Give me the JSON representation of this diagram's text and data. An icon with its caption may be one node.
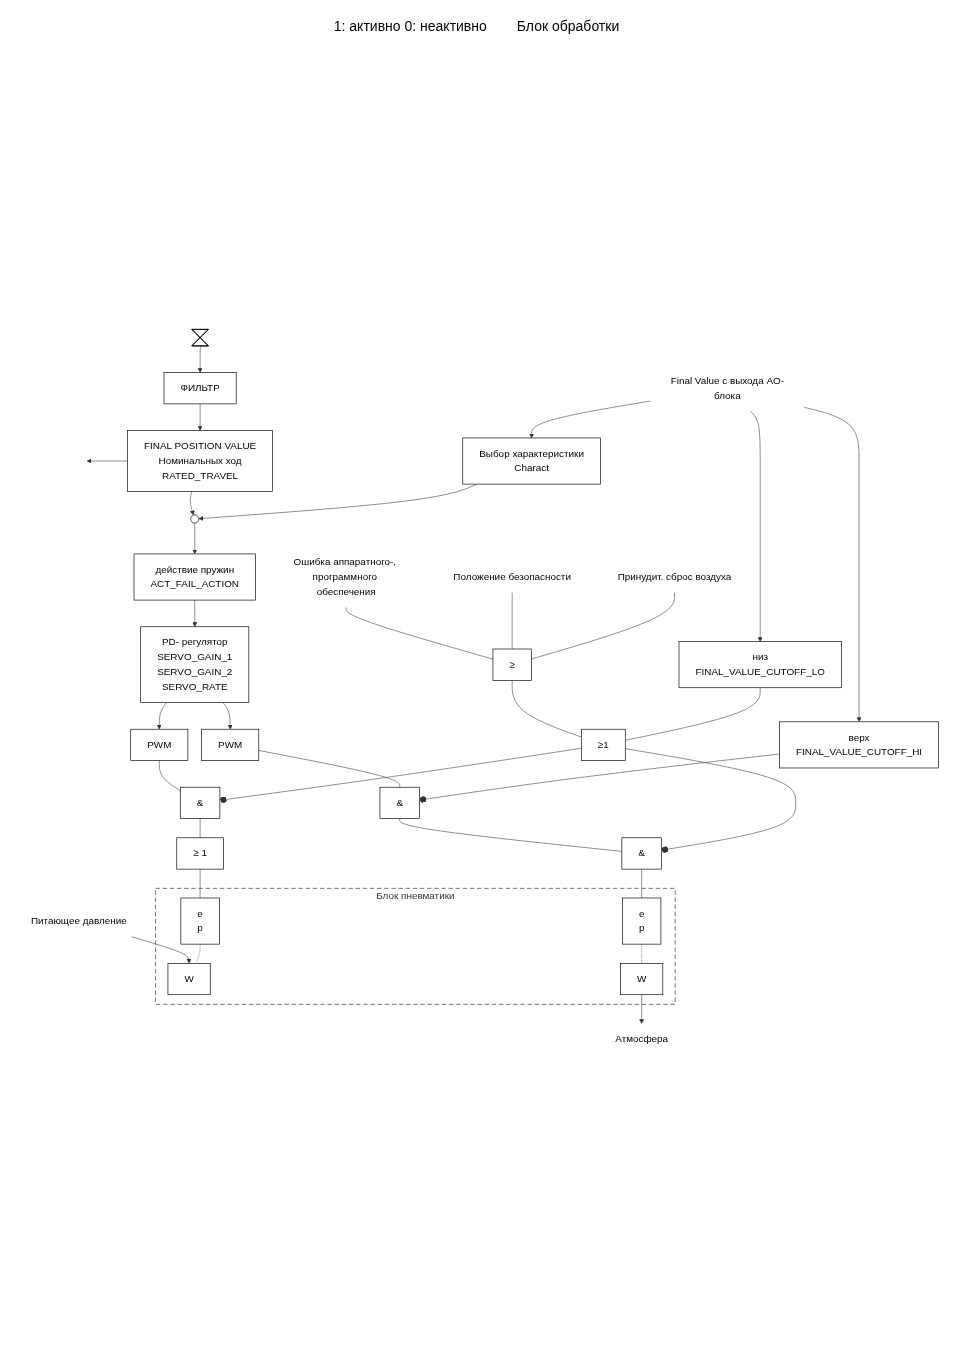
{
  "diagram": {
    "nodes": [
      {
        "text": [
          "Final Value с выхода AO-блока"
        ]
      },
      {
        "text": [
          "Выбор характеристики",
          "Charact"
        ]
      },
      {
        "text": [
          "верх",
          "FINAL_VALUE_CUTOFF_HI"
        ]
      },
      {
        "text": [
          "низ",
          "FINAL_VALUE_CUTOFF_LO"
        ]
      },
      {
        "text": [
          "≥1"
        ]
      },
      {
        "text": [
          "≥"
        ]
      },
      {
        "text": [],
        "shape": "circle"
      },
      {
        "text": [
          "действие пружин",
          "ACT_FAIL_ACTION"
        ]
      },
      {
        "text": [
          "PD- регулятор",
          "SERVO_GAIN_1",
          "SERVO_GAIN_2",
          "SERVO_RATE"
        ]
      },
      {
        "text": [
          "PWM"
        ]
      },
      {
        "text": [
          "PWM"
        ]
      },
      {
        "text": [
          "&"
        ]
      },
      {
        "text": [
          "&"
        ]
      },
      {
        "text": [
          "≥ 1"
        ]
      },
      {
        "text": [
          "&"
        ]
      },
      {
        "text": [
          "Блок пневматики"
        ]
      },
      {
        "text": [
          "e",
          "p"
        ],
        "in": 15
      },
      {
        "text": [
          "W"
        ],
        "in": 15
      },
      {
        "text": [
          "e",
          "p"
        ],
        "in": 15
      },
      {
        "text": [
          "W"
        ],
        "in": 15
      },
      {
        "text": [
          "Питающее давление"
        ]
      },
      {
        "text": [
          "Атмосфера"
        ]
      },
      {
        "text": [],
        "shape": "valve"
      },
      {
        "text": [
          "ФИЛЬТР"
        ]
      },
      {
        "text": [
          "FINAL POSITION VALUE",
          "Номинальных ход",
          "RATED_TRAVEL"
        ]
      },
      {
        "text": [
          "Принудит. сброс воздуха"
        ]
      },
      {
        "text": [
          "Положение безопасности"
        ]
      },
      {
        "text": [
          "Ошибка аппаратного-, программного обеспечения"
        ]
      }
    ],
    "edges": [
      {
        "from": 0,
        "to": 1,
        "arrow": "to"
      },
      {
        "from": 0,
        "to": 2,
        "arrow": "to"
      },
      {
        "from": 0,
        "to": 3,
        "arrow": "to"
      },
      {
        "from": 1,
        "to": 6,
        "arrow": "to"
      },
      {
        "from": 24,
        "to": 6,
        "arrow": "to"
      },
      {
        "from": 24,
        "to": null,
        "arrow": "to"
      },
      {
        "from": 6,
        "to": 7,
        "arrow": "to"
      },
      {
        "from": 7,
        "to": 8,
        "arrow": "to"
      },
      {
        "from": 8,
        "to": 9,
        "arrow": "to"
      },
      {
        "from": 8,
        "to": 10,
        "arrow": "to"
      },
      {
        "from": 3,
        "to": 4,
        "arrow": "none"
      },
      {
        "from": 5,
        "to": 4,
        "arrow": "none"
      },
      {
        "from": 25,
        "to": 5,
        "arrow": "none"
      },
      {
        "from": 26,
        "to": 5,
        "arrow": "none"
      },
      {
        "from": 27,
        "to": 5,
        "arrow": "none"
      },
      {
        "from": 4,
        "to": 11,
        "arrow": "other"
      },
      {
        "from": 9,
        "to": 11,
        "arrow": "none"
      },
      {
        "from": 2,
        "to": 12,
        "arrow": "other"
      },
      {
        "from": 10,
        "to": 12,
        "arrow": "none"
      },
      {
        "from": 4,
        "to": 14,
        "arrow": "other"
      },
      {
        "from": 12,
        "to": 14,
        "arrow": "none"
      },
      {
        "from": 11,
        "to": 13,
        "arrow": "none"
      },
      {
        "from": 13,
        "to": 16,
        "arrow": "none"
      },
      {
        "from": 14,
        "to": 18,
        "arrow": "none"
      },
      {
        "from": 16,
        "to": 17,
        "arrow": "none",
        "style": "dashed"
      },
      {
        "from": 18,
        "to": 19,
        "arrow": "none",
        "style": "dashed"
      },
      {
        "from": 20,
        "to": 17,
        "arrow": "to"
      },
      {
        "from": 19,
        "to": 21,
        "arrow": "to"
      },
      {
        "from": 22,
        "to": 23,
        "arrow": "to"
      },
      {
        "from": 23,
        "to": 24,
        "arrow": "to"
      }
    ],
    "labels": [
      "1: активно 0: неактивно",
      "Блок обработки"
    ]
  }
}
